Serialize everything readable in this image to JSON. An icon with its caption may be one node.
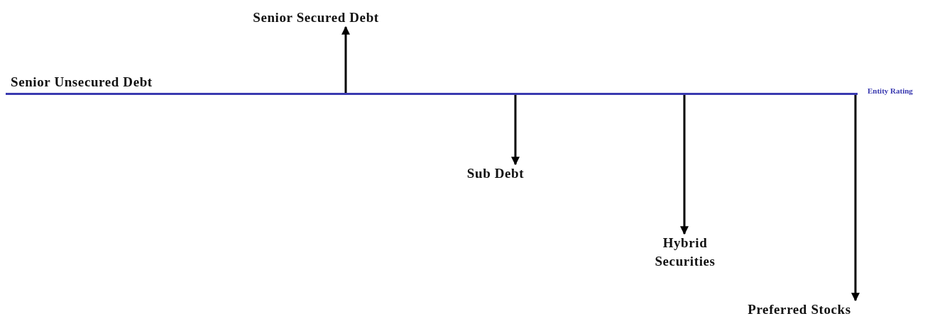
{
  "diagram": {
    "nodes": [
      {
        "text": [],
        "shape": "bar",
        "beside": [
          "Senior Unsecured Debt",
          "Entity Rating"
        ]
      },
      {
        "text": [
          "Senior Secured Debt"
        ]
      },
      {
        "text": [
          "Sub Debt"
        ]
      },
      {
        "text": [
          "Hybrid Securities"
        ]
      },
      {
        "text": [
          "Preferred Stocks"
        ]
      }
    ],
    "edges": [
      {
        "from": 0,
        "to": 1,
        "arrow": "to"
      },
      {
        "from": 0,
        "to": 2,
        "arrow": "to"
      },
      {
        "from": 0,
        "to": 3,
        "arrow": "to"
      },
      {
        "from": 0,
        "to": 4,
        "arrow": "to"
      }
    ]
  }
}
